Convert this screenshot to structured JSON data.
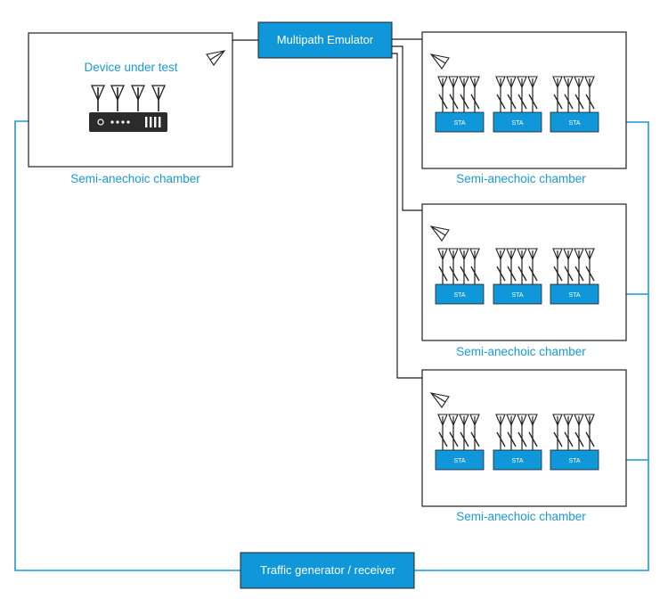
{
  "colors": {
    "accent": "#0f97d9",
    "label_blue": "#1a9ad6",
    "line": "#231f20",
    "device": "#2b2b2b"
  },
  "emulator": {
    "label": "Multipath Emulator"
  },
  "traffic": {
    "label": "Traffic generator / receiver"
  },
  "dut_chamber": {
    "title": "Device under test",
    "label": "Semi-anechoic chamber",
    "device_icon": "router-icon"
  },
  "sta_chambers": [
    {
      "label": "Semi-anechoic chamber",
      "stations": [
        "STA",
        "STA",
        "STA"
      ]
    },
    {
      "label": "Semi-anechoic chamber",
      "stations": [
        "STA",
        "STA",
        "STA"
      ]
    },
    {
      "label": "Semi-anechoic chamber",
      "stations": [
        "STA",
        "STA",
        "STA"
      ]
    }
  ]
}
